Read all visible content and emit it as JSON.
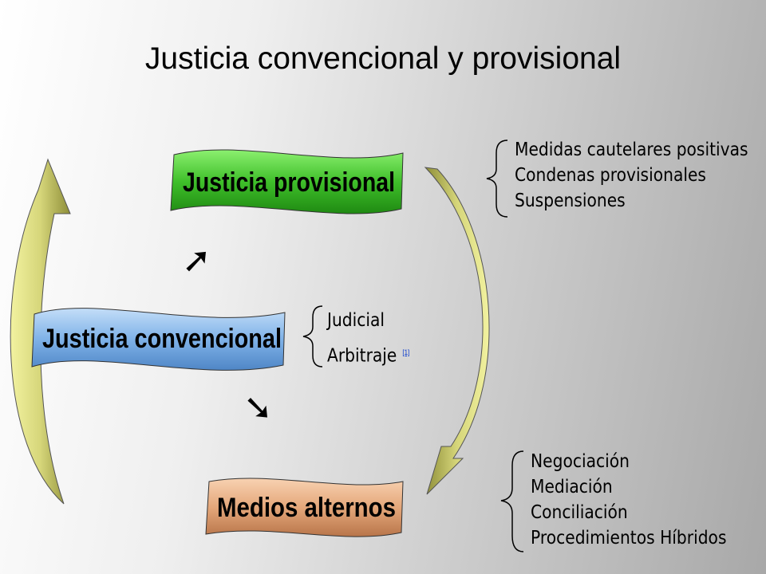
{
  "title": "Justicia convencional y provisional",
  "banners": {
    "provisional": {
      "label": "Justicia provisional",
      "color": "#3fbf2a"
    },
    "convencional": {
      "label": "Justicia convencional",
      "color": "#7fb2e8"
    },
    "alternos": {
      "label": "Medios alternos",
      "color": "#e4a77a"
    }
  },
  "lists": {
    "provisional": [
      "Medidas cautelares positivas",
      "Condenas provisionales",
      "Suspensiones"
    ],
    "convencional": [
      "Judicial",
      "Arbitraje"
    ],
    "alternos": [
      "Negociación",
      "Mediación",
      "Conciliación",
      "Procedimientos Híbridos"
    ]
  },
  "footnote": "[1]",
  "arrows": {
    "up_right": "➚",
    "down_right": "➘",
    "curved_color": "#d6d67a"
  }
}
